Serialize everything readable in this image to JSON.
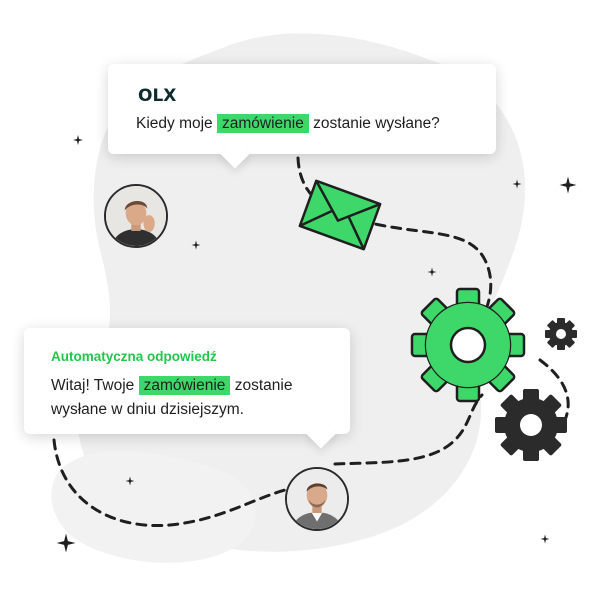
{
  "brand": {
    "logo_text": "OLX"
  },
  "bubble_top": {
    "text_before": "Kiedy moje ",
    "highlight": "zamówienie",
    "text_after": " zostanie wysłane?"
  },
  "bubble_bottom": {
    "label": "Automatyczna odpowiedź",
    "text_before": "Witaj! Twoje ",
    "highlight": "zamówienie",
    "text_after": " zostanie wysłane w dniu dzisiejszym."
  },
  "colors": {
    "accent_green": "#3ed86a",
    "label_green": "#23c64b",
    "dark": "#2b2b2b",
    "blob": "#efefef"
  },
  "icons": [
    "envelope-icon",
    "gear-green-icon",
    "gear-dark-large-icon",
    "gear-dark-small-icon",
    "sparkle-icon"
  ]
}
